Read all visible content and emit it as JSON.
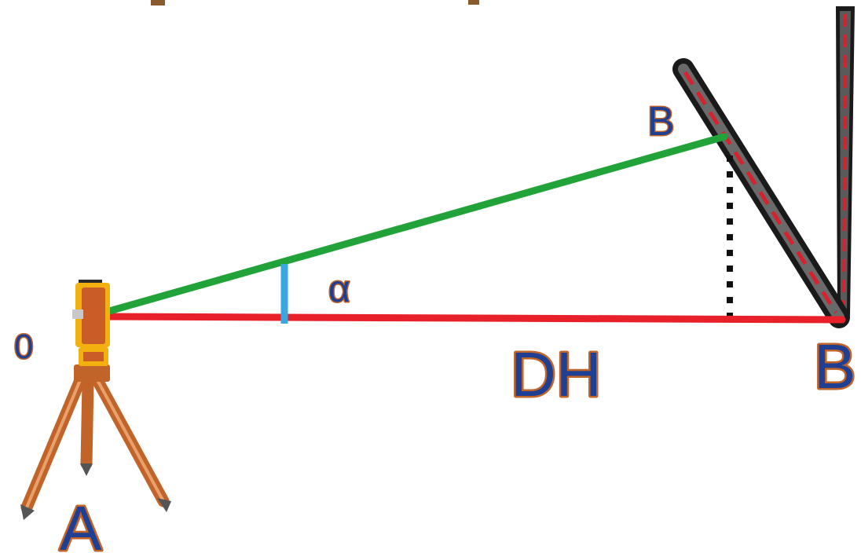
{
  "labels": {
    "origin": "0",
    "station": "A",
    "target_top": "B",
    "target_ground": "B",
    "angle": "α",
    "distance": "DH"
  },
  "colors": {
    "sight_line": "#22a33a",
    "horizontal_line": "#e8202a",
    "angle_marker": "#3aa7e0",
    "label_fill": "#1f3f93",
    "label_outline": "#c0642a",
    "instrument_body": "#c85d28",
    "instrument_accent": "#f2b10f",
    "tripod": "#c0642a",
    "rod_frame": "#1a1a1a",
    "rod_marks": "#d6222e",
    "plumb_line": "#111111"
  },
  "icons": {
    "instrument": "total-station-icon",
    "tripod": "tripod-icon",
    "rod_tilted": "leveling-rod-tilted-icon",
    "rod_vertical": "leveling-rod-vertical-icon"
  }
}
